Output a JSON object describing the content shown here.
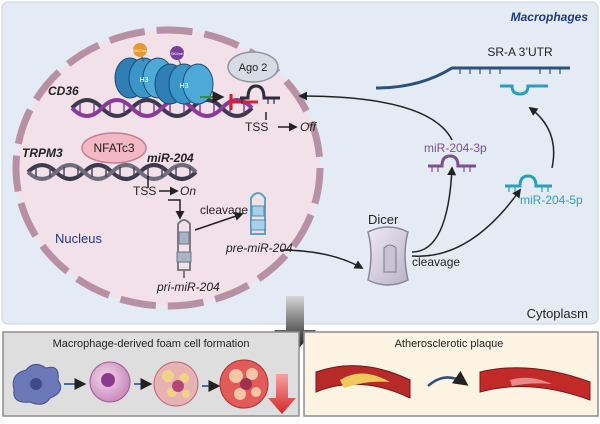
{
  "cell_label": "Macrophages",
  "compartments": {
    "nucleus": "Nucleus",
    "cytoplasm": "Cytoplasm"
  },
  "histone_marks": {
    "mark_a": "H3K27me3",
    "mark_b": "H3K4me3",
    "histone": "H3"
  },
  "genes": {
    "cd36": "CD36",
    "trpm3": "TRPM3",
    "mir204": "miR-204",
    "nfatc3": "NFATc3",
    "ago2": "Ago 2",
    "sra_utr": "SR-A 3’UTR"
  },
  "tss": {
    "prefix": "TSS",
    "off": "Off",
    "on": "On"
  },
  "processing": {
    "pri": "pri-miR-204",
    "pre": "pre-miR-204",
    "cleavage_nuclear": "cleavage",
    "dicer": "Dicer",
    "cleavage_cyto": "cleavage",
    "mir3p": "miR-204-3p",
    "mir5p": "miR-204-5p"
  },
  "bottom": {
    "foam_title": "Macrophage-derived foam cell formation",
    "plaque_title": "Atherosclerotic plaque"
  },
  "colors": {
    "panel_bg": "#e4ebf4",
    "nucleus_fill": "#f3e1e9",
    "nucleus_stroke": "#b890a4",
    "mir3p": "#7e4e91",
    "mir5p": "#2aa0bb",
    "dna_dark": "#3c3a4d",
    "dna_purple": "#8a3b9a",
    "repressor": "#d6202a",
    "title_blue": "#1f3b83",
    "down_arrow": "#d62828"
  }
}
